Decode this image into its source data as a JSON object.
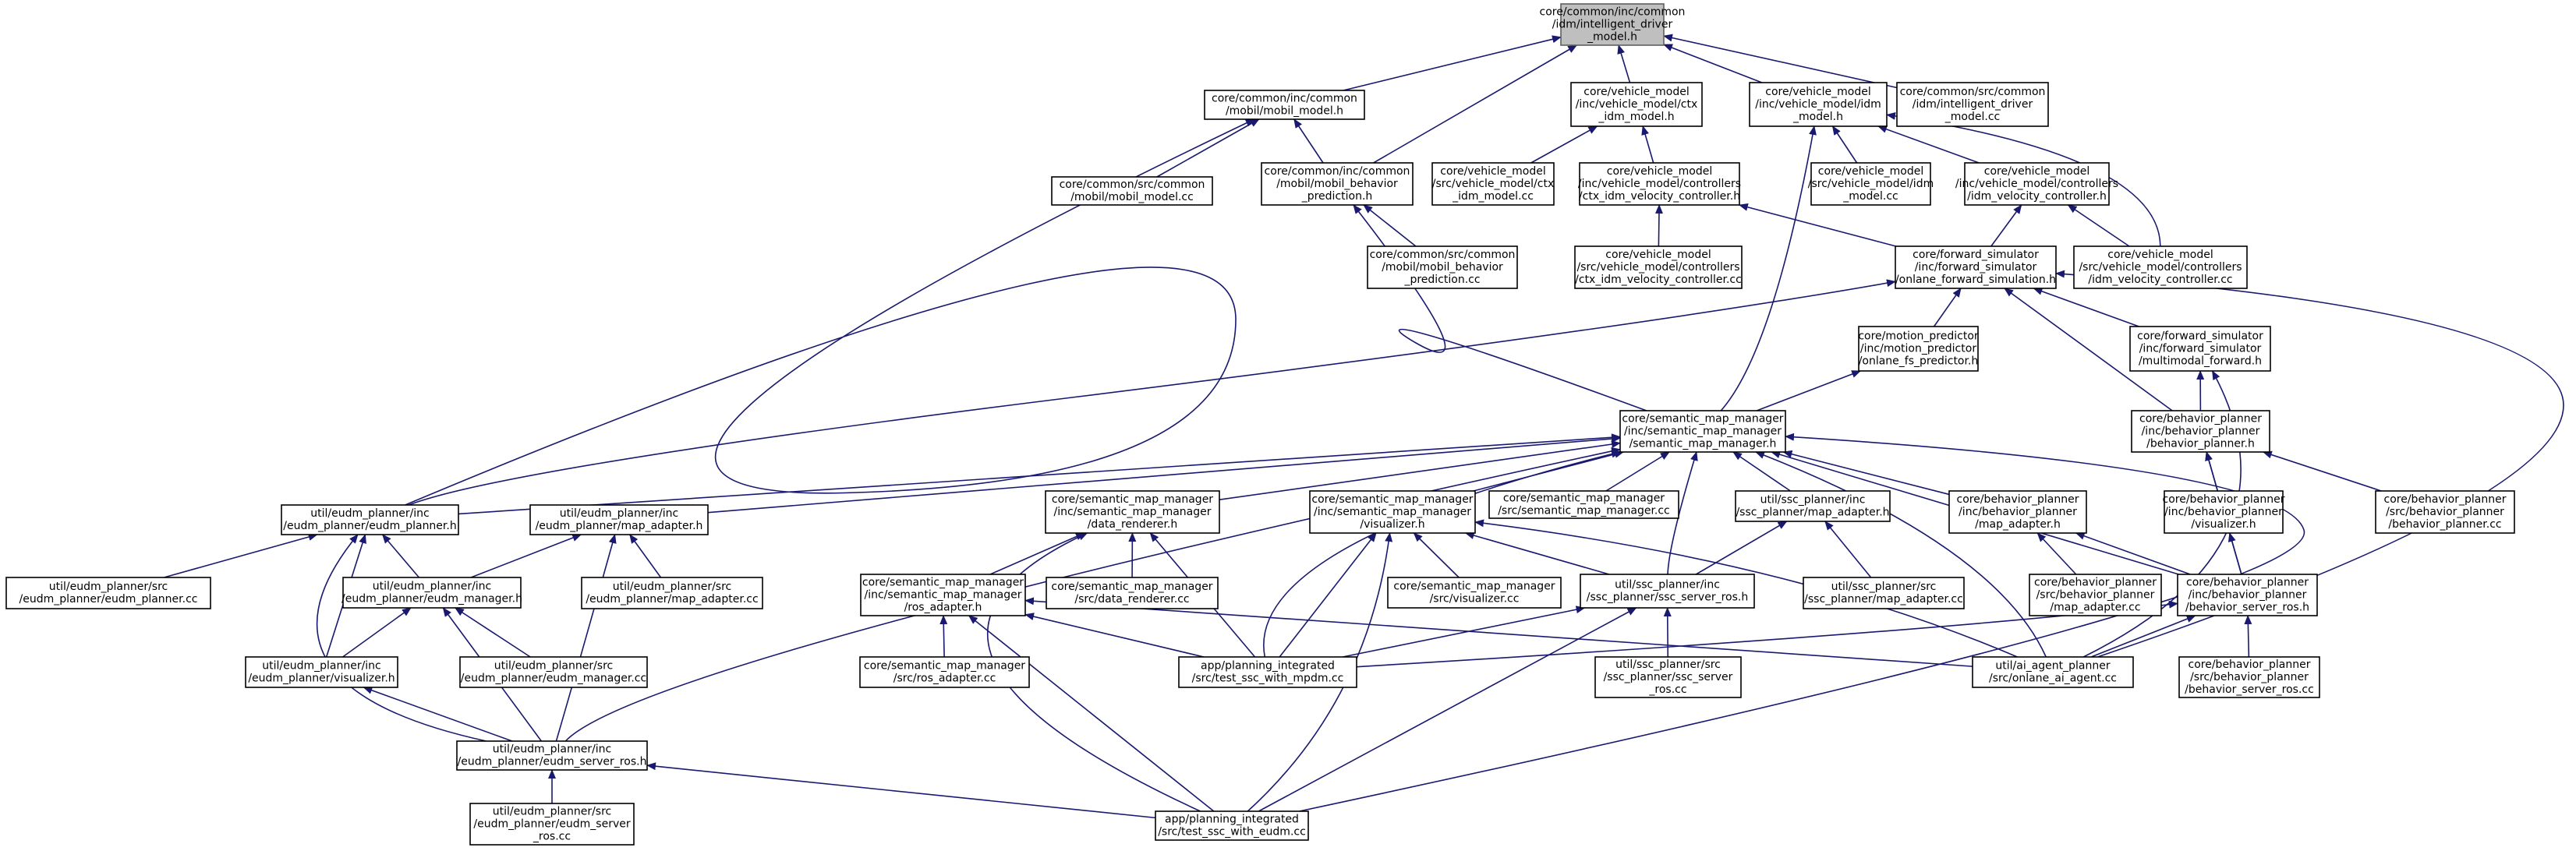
{
  "colors": {
    "edge": "#191970",
    "root_fill": "#bfbfbf",
    "node_fill": "#ffffff"
  },
  "nodes": {
    "idm_h": [
      "core/common/inc/common",
      "/idm/intelligent_driver",
      "_model.h"
    ],
    "mobil_model_h": [
      "core/common/inc/common",
      "/mobil/mobil_model.h"
    ],
    "ctx_idm_model_h": [
      "core/vehicle_model",
      "/inc/vehicle_model/ctx",
      "_idm_model.h"
    ],
    "idm_model_h": [
      "core/vehicle_model",
      "/inc/vehicle_model/idm",
      "_model.h"
    ],
    "idm_cc": [
      "core/common/src/common",
      "/idm/intelligent_driver",
      "_model.cc"
    ],
    "mobil_model_cc": [
      "core/common/src/common",
      "/mobil/mobil_model.cc"
    ],
    "mobil_pred_h": [
      "core/common/inc/common",
      "/mobil/mobil_behavior",
      "_prediction.h"
    ],
    "ctx_idm_model_cc": [
      "core/vehicle_model",
      "/src/vehicle_model/ctx",
      "_idm_model.cc"
    ],
    "ctx_vel_ctrl_h": [
      "core/vehicle_model",
      "/inc/vehicle_model/controllers",
      "/ctx_idm_velocity_controller.h"
    ],
    "idm_model_cc": [
      "core/vehicle_model",
      "/src/vehicle_model/idm",
      "_model.cc"
    ],
    "idm_vel_ctrl_h": [
      "core/vehicle_model",
      "/inc/vehicle_model/controllers",
      "/idm_velocity_controller.h"
    ],
    "mobil_pred_cc": [
      "core/common/src/common",
      "/mobil/mobil_behavior",
      "_prediction.cc"
    ],
    "ctx_vel_ctrl_cc": [
      "core/vehicle_model",
      "/src/vehicle_model/controllers",
      "/ctx_idm_velocity_controller.cc"
    ],
    "onlane_fwd_h": [
      "core/forward_simulator",
      "/inc/forward_simulator",
      "/onlane_forward_simulation.h"
    ],
    "idm_vel_ctrl_cc": [
      "core/vehicle_model",
      "/src/vehicle_model/controllers",
      "/idm_velocity_controller.cc"
    ],
    "onlane_fs_pred_h": [
      "core/motion_predictor",
      "/inc/motion_predictor",
      "/onlane_fs_predictor.h"
    ],
    "multimodal_fwd_h": [
      "core/forward_simulator",
      "/inc/forward_simulator",
      "/multimodal_forward.h"
    ],
    "smm_h": [
      "core/semantic_map_manager",
      "/inc/semantic_map_manager",
      "/semantic_map_manager.h"
    ],
    "bp_h": [
      "core/behavior_planner",
      "/inc/behavior_planner",
      "/behavior_planner.h"
    ],
    "eudm_planner_h": [
      "util/eudm_planner/inc",
      "/eudm_planner/eudm_planner.h"
    ],
    "eudm_map_adapter_h": [
      "util/eudm_planner/inc",
      "/eudm_planner/map_adapter.h"
    ],
    "data_renderer_h": [
      "core/semantic_map_manager",
      "/inc/semantic_map_manager",
      "/data_renderer.h"
    ],
    "smm_visualizer_h": [
      "core/semantic_map_manager",
      "/inc/semantic_map_manager",
      "/visualizer.h"
    ],
    "smm_cc": [
      "core/semantic_map_manager",
      "/src/semantic_map_manager.cc"
    ],
    "ssc_map_adapter_h": [
      "util/ssc_planner/inc",
      "/ssc_planner/map_adapter.h"
    ],
    "bp_map_adapter_h": [
      "core/behavior_planner",
      "/inc/behavior_planner",
      "/map_adapter.h"
    ],
    "bp_visualizer_h": [
      "core/behavior_planner",
      "/inc/behavior_planner",
      "/visualizer.h"
    ],
    "bp_cc": [
      "core/behavior_planner",
      "/src/behavior_planner",
      "/behavior_planner.cc"
    ],
    "eudm_planner_cc": [
      "util/eudm_planner/src",
      "/eudm_planner/eudm_planner.cc"
    ],
    "eudm_manager_h": [
      "util/eudm_planner/inc",
      "/eudm_planner/eudm_manager.h"
    ],
    "eudm_map_adapter_cc": [
      "util/eudm_planner/src",
      "/eudm_planner/map_adapter.cc"
    ],
    "ros_adapter_h": [
      "core/semantic_map_manager",
      "/inc/semantic_map_manager",
      "/ros_adapter.h"
    ],
    "data_renderer_cc": [
      "core/semantic_map_manager",
      "/src/data_renderer.cc"
    ],
    "smm_visualizer_cc": [
      "core/semantic_map_manager",
      "/src/visualizer.cc"
    ],
    "ssc_server_ros_h": [
      "util/ssc_planner/inc",
      "/ssc_planner/ssc_server_ros.h"
    ],
    "ssc_map_adapter_cc": [
      "util/ssc_planner/src",
      "/ssc_planner/map_adapter.cc"
    ],
    "bp_map_adapter_cc": [
      "core/behavior_planner",
      "/src/behavior_planner",
      "/map_adapter.cc"
    ],
    "bp_server_ros_h": [
      "core/behavior_planner",
      "/inc/behavior_planner",
      "/behavior_server_ros.h"
    ],
    "eudm_visualizer_h": [
      "util/eudm_planner/inc",
      "/eudm_planner/visualizer.h"
    ],
    "eudm_manager_cc": [
      "util/eudm_planner/src",
      "/eudm_planner/eudm_manager.cc"
    ],
    "ros_adapter_cc": [
      "core/semantic_map_manager",
      "/src/ros_adapter.cc"
    ],
    "test_ssc_mpdm_cc": [
      "app/planning_integrated",
      "/src/test_ssc_with_mpdm.cc"
    ],
    "ssc_server_cc": [
      "util/ssc_planner/src",
      "/ssc_planner/ssc_server",
      "_ros.cc"
    ],
    "onlane_ai_agent_cc": [
      "util/ai_agent_planner",
      "/src/onlane_ai_agent.cc"
    ],
    "bp_server_ros_cc": [
      "core/behavior_planner",
      "/src/behavior_planner",
      "/behavior_server_ros.cc"
    ],
    "eudm_server_ros_h": [
      "util/eudm_planner/inc",
      "/eudm_planner/eudm_server_ros.h"
    ],
    "eudm_server_cc": [
      "util/eudm_planner/src",
      "/eudm_planner/eudm_server",
      "_ros.cc"
    ],
    "test_ssc_eudm_cc": [
      "app/planning_integrated",
      "/src/test_ssc_with_eudm.cc"
    ]
  }
}
